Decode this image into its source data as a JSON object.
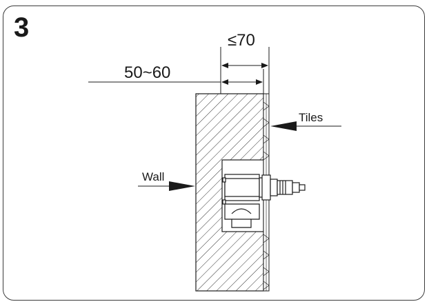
{
  "step": {
    "number": "3"
  },
  "dimensions": {
    "max_depth": "≤70",
    "embed_depth": "50~60"
  },
  "labels": {
    "tiles": "Tiles",
    "wall": "Wall"
  },
  "colors": {
    "stroke": "#1a1a1a",
    "frame": "#3a3a3a",
    "background": "#ffffff"
  }
}
